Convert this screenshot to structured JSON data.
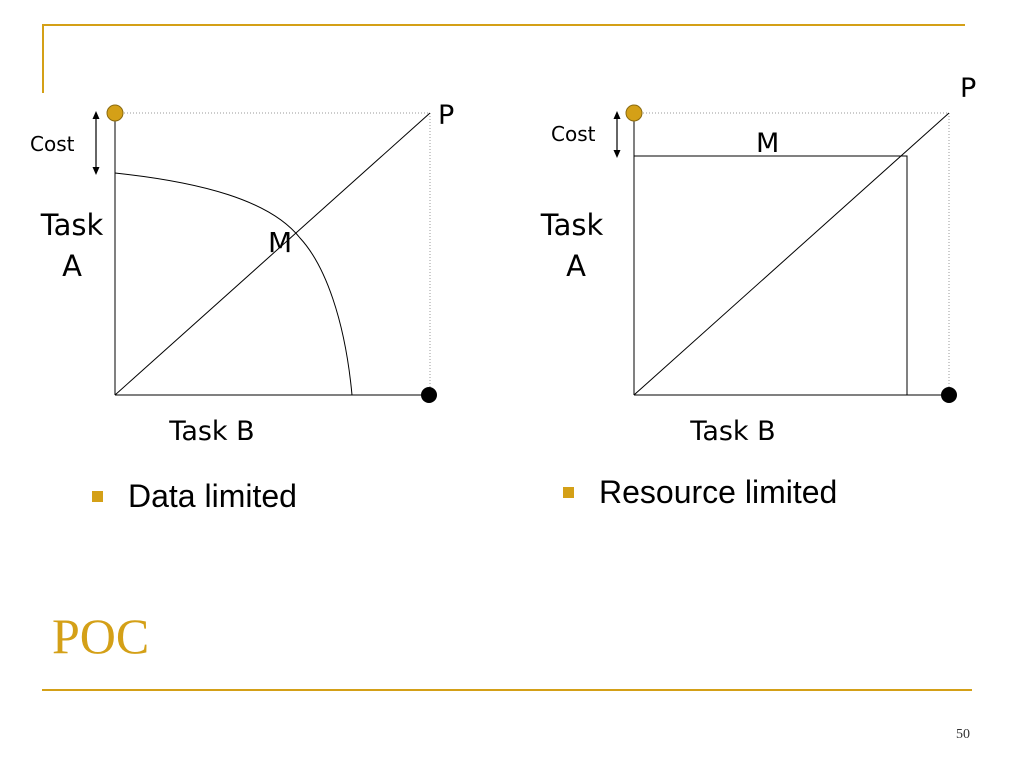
{
  "colors": {
    "accent": "#D4A017",
    "point_gold": "#D4A017",
    "point_black": "#000000"
  },
  "left_panel": {
    "cost_label": "Cost",
    "y_axis_label": [
      "Task",
      "A"
    ],
    "x_axis_label": "Task B",
    "p_label": "P",
    "m_label": "M",
    "bullet": "Data limited"
  },
  "right_panel": {
    "cost_label": "Cost",
    "y_axis_label": [
      "Task",
      "A"
    ],
    "x_axis_label": "Task B",
    "p_label": "P",
    "m_label": "M",
    "bullet": "Resource limited"
  },
  "slide": {
    "title": "POC",
    "page_number": "50"
  }
}
